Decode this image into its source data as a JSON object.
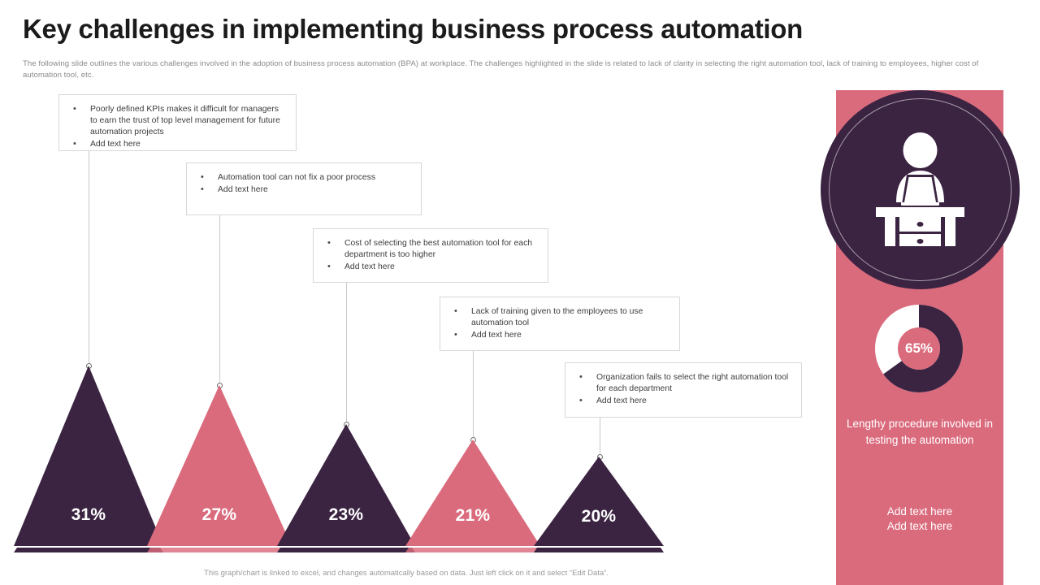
{
  "header": {
    "title": "Key challenges in implementing business process automation",
    "subtitle": "The following slide outlines the various challenges involved in the adoption of business process automation (BPA) at workplace. The challenges highlighted in the slide is related to lack of clarity in selecting the right automation tool, lack of training to employees, higher cost of automation tool, etc."
  },
  "callouts": [
    {
      "bullets": [
        "Poorly defined KPIs makes it difficult for managers to earn the trust of top level management for future automation projects",
        "Add text here"
      ]
    },
    {
      "bullets": [
        "Automation tool can not fix  a poor process",
        "Add text here"
      ]
    },
    {
      "bullets": [
        "Cost of selecting the best automation tool for each department is too higher",
        "Add text here"
      ]
    },
    {
      "bullets": [
        "Lack of training given to the employees to use automation tool",
        "Add text here"
      ]
    },
    {
      "bullets": [
        "Organization fails to select the right automation tool for each department",
        "Add text here"
      ]
    }
  ],
  "chart_data": {
    "type": "bar",
    "title": "Key challenges in implementing business process automation",
    "categories": [
      "Poorly defined KPIs",
      "Automation tool can not fix a poor process",
      "Cost of selecting the best automation tool",
      "Lack of training given to the employees",
      "Organization fails to select the right automation tool"
    ],
    "values": [
      31,
      27,
      23,
      21,
      20
    ],
    "labels": [
      "31%",
      "27%",
      "23%",
      "21%",
      "20%"
    ],
    "unit": "%",
    "xlabel": "",
    "ylabel": "",
    "grid": false,
    "legend": false,
    "series_colors": [
      "#3b2442",
      "#da6b7d",
      "#3b2442",
      "#da6b7d",
      "#3b2442"
    ]
  },
  "donut": {
    "type": "pie",
    "value_label": "65%",
    "value": 65,
    "remainder": 35,
    "filled_color": "#3b2442",
    "empty_color": "#ffffff"
  },
  "panel": {
    "caption": "Lengthy procedure involved in testing the automation",
    "add_text_line1": "Add text here",
    "add_text_line2": "Add text here",
    "icon": "person-at-desk-icon"
  },
  "footer": {
    "note": "This graph/chart is linked to excel, and changes automatically based on data. Just left click on it and select “Edit Data”."
  },
  "colors": {
    "dark_purple": "#3b2442",
    "pink": "#da6b7d",
    "box_border": "#d7d7d7",
    "body_text": "#3d3d3d",
    "muted_text": "#8b8b8b"
  }
}
